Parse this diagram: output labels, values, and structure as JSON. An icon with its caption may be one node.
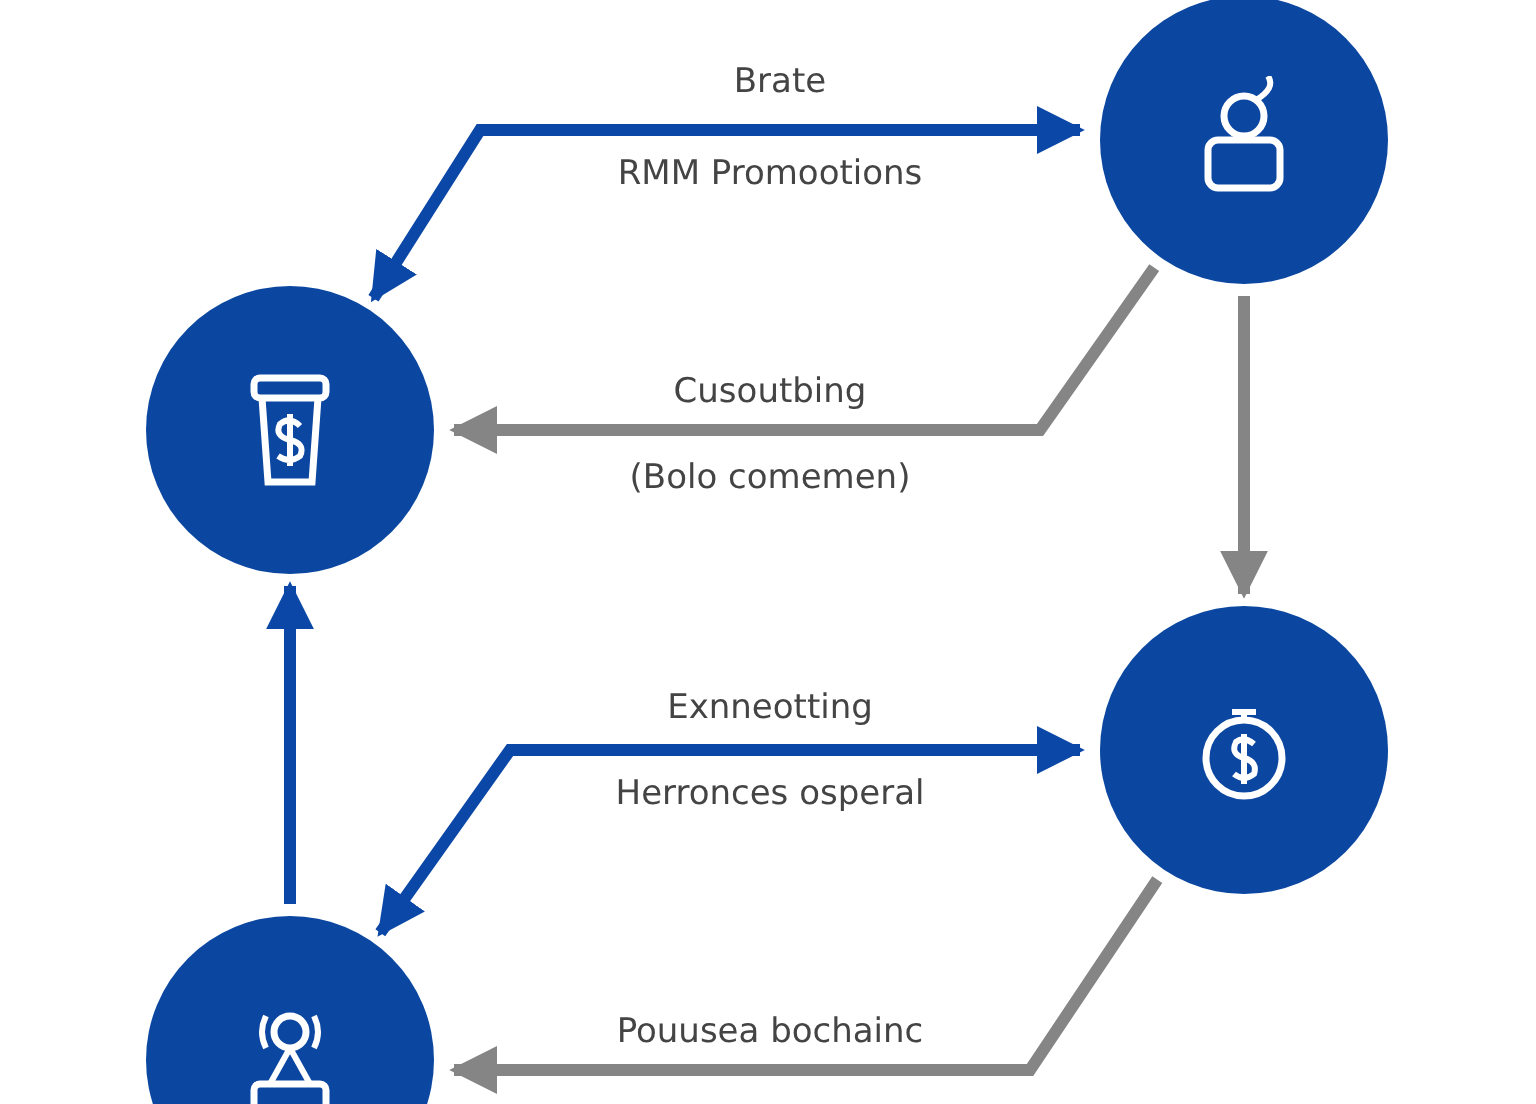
{
  "diagram": {
    "nodes": [
      {
        "text": [],
        "shape": "circle"
      },
      {
        "text": [],
        "shape": "circle"
      },
      {
        "text": [],
        "shape": "circle"
      },
      {
        "text": [],
        "shape": "circle"
      }
    ],
    "edges": [
      {
        "from": 1,
        "to": 0,
        "arrow": "both",
        "label": "Brate",
        "color": "#0b47a6"
      },
      {
        "from": 0,
        "to": 1,
        "arrow": "to",
        "label": "Cusoutbing",
        "color": "#858585"
      },
      {
        "from": 0,
        "to": 2,
        "arrow": "to",
        "color": "#858585"
      },
      {
        "from": 3,
        "to": 2,
        "arrow": "both",
        "label": "Exnneotting",
        "color": "#0b47a6"
      },
      {
        "from": 2,
        "to": 3,
        "arrow": "to",
        "label": "Pouusea bochainc",
        "color": "#858585"
      },
      {
        "from": 3,
        "to": 1,
        "arrow": "to",
        "color": "#0b47a6"
      }
    ],
    "labels": [
      "RMM Promootions",
      "(Bolo comemen)",
      "Herronces osperal"
    ]
  }
}
